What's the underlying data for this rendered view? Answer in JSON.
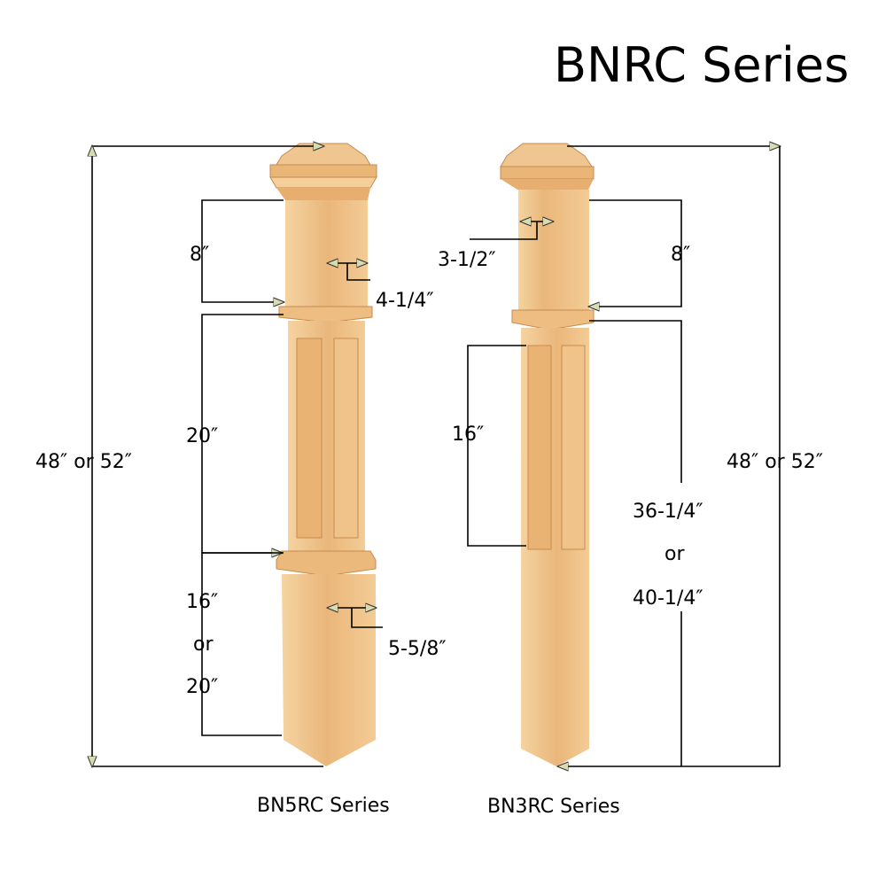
{
  "title": "BNRC Series",
  "colors": {
    "wood_light": "#f2c98e",
    "wood_mid": "#e6b070",
    "wood_dark": "#c98b4c",
    "line": "#000000"
  },
  "left_post": {
    "name": "BN5RC Series",
    "overall_height": "48″ or 52″",
    "top_section": "8″",
    "top_width": "4-1/4″",
    "panel_section": "20″",
    "base_height": [
      "16″",
      "or",
      "20″"
    ],
    "base_width": "5-5/8″"
  },
  "right_post": {
    "name": "BN3RC Series",
    "overall_height": "48″ or 52″",
    "top_section": "8″",
    "top_width": "3-1/2″",
    "panel_section": "16″",
    "lower_height": [
      "36-1/4″",
      "or",
      "40-1/4″"
    ]
  }
}
